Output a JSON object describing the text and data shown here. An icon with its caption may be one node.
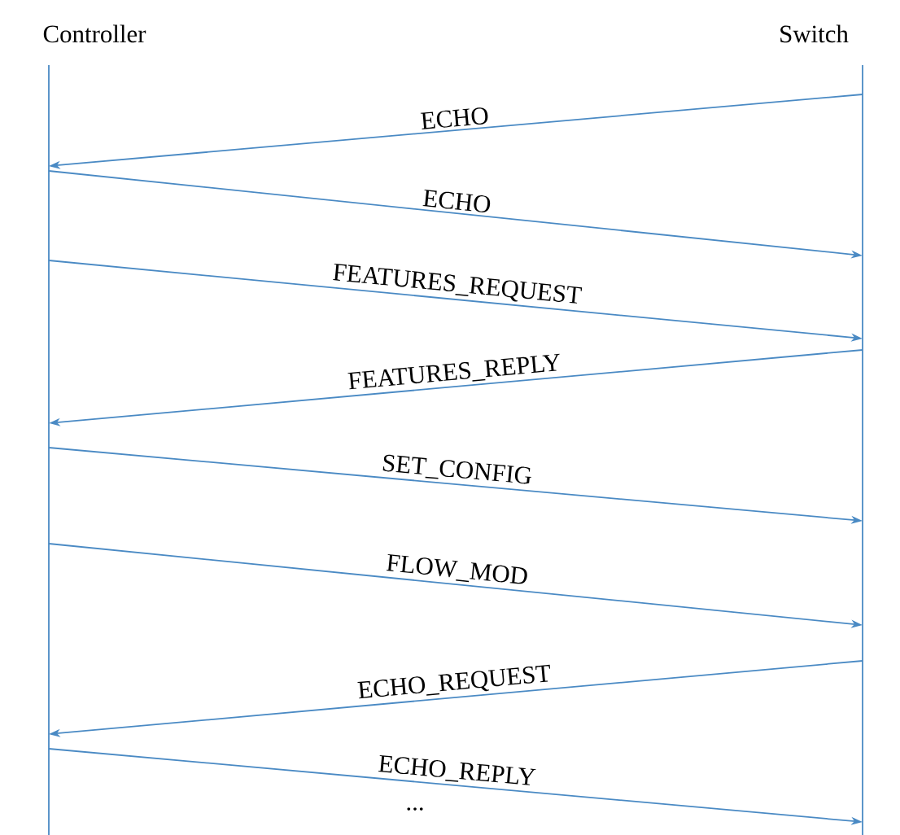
{
  "diagram": {
    "nodes": [
      {
        "text": [
          "Controller"
        ]
      },
      {
        "text": [
          "Switch"
        ]
      }
    ],
    "edges": [
      {
        "from": 1,
        "to": 0,
        "arrow": "to",
        "label": "ECHO"
      },
      {
        "from": 0,
        "to": 1,
        "arrow": "to",
        "label": "ECHO"
      },
      {
        "from": 0,
        "to": 1,
        "arrow": "to",
        "label": "FEATURES_REQUEST"
      },
      {
        "from": 1,
        "to": 0,
        "arrow": "to",
        "label": "FEATURES_REPLY"
      },
      {
        "from": 0,
        "to": 1,
        "arrow": "to",
        "label": "SET_CONFIG"
      },
      {
        "from": 0,
        "to": 1,
        "arrow": "to",
        "label": "FLOW_MOD"
      },
      {
        "from": 1,
        "to": 0,
        "arrow": "to",
        "label": "ECHO_REQUEST"
      },
      {
        "from": 0,
        "to": 1,
        "arrow": "to",
        "label": "ECHO_REPLY"
      }
    ],
    "labels": [
      "..."
    ]
  }
}
